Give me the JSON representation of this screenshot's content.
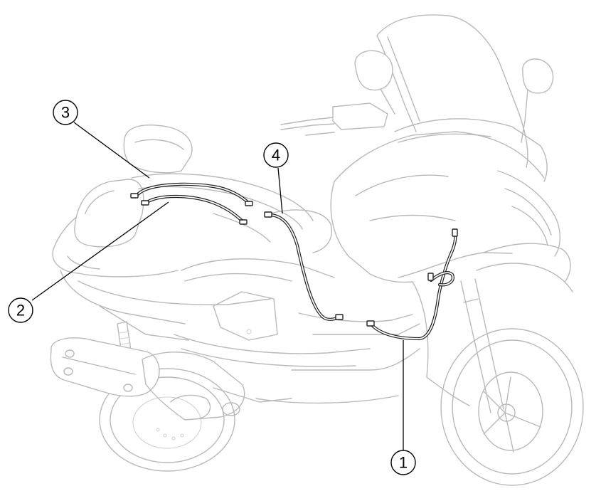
{
  "callouts": [
    {
      "id": "1",
      "label": "1",
      "part": "front-cable"
    },
    {
      "id": "2",
      "label": "2",
      "part": "lower-rear-cable"
    },
    {
      "id": "3",
      "label": "3",
      "part": "upper-rear-cable"
    },
    {
      "id": "4",
      "label": "4",
      "part": "middle-cable"
    }
  ],
  "colors": {
    "outline": "#b9b9b9",
    "cable": "#222222",
    "callout": "#000000",
    "background": "#ffffff"
  }
}
